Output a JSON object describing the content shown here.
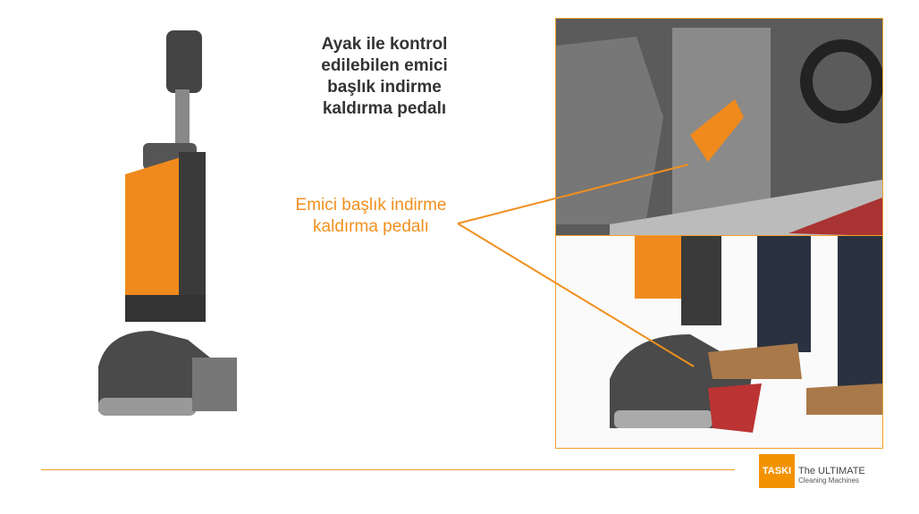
{
  "slide": {
    "title": "Ayak ile kontrol edilebilen emici başlık indirme kaldırma pedalı",
    "callout": "Emici başlık indirme kaldırma pedalı",
    "accent_color": "#f0901e"
  },
  "footer": {
    "logo_text": "TASKI",
    "tagline_line1": "The ULTIMATE",
    "tagline_line2": "Cleaning Machines"
  }
}
